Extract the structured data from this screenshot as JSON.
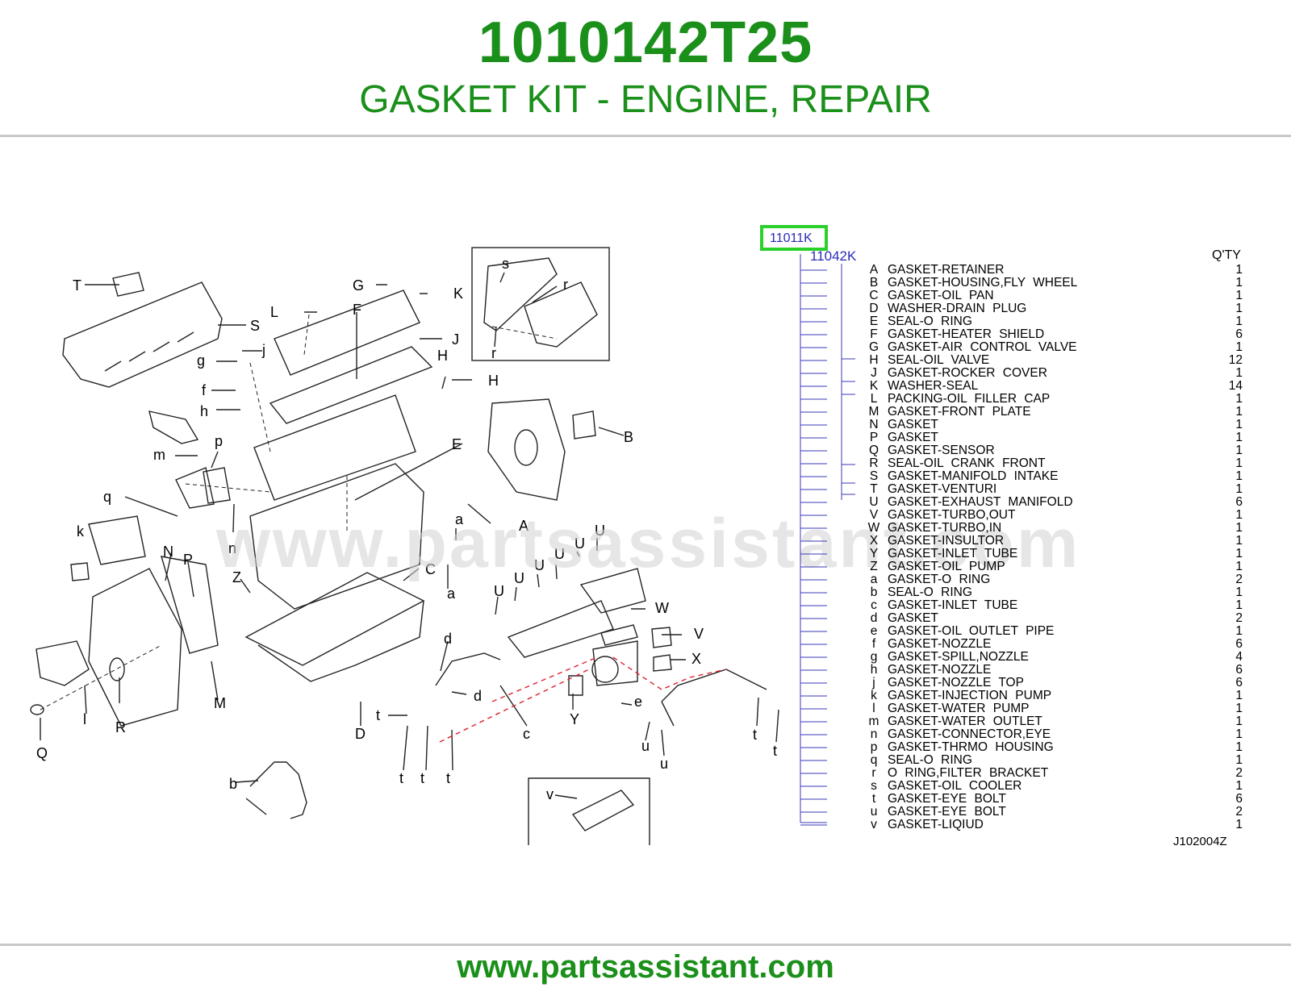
{
  "header": {
    "part_number": "1010142T25",
    "description": "GASKET KIT - ENGINE, REPAIR"
  },
  "diagram": {
    "kit_code": "11011K",
    "sub_kit_code": "11042K",
    "qty_header": "Q'TY",
    "diagram_code": "J102004Z",
    "watermark": "www.partsassistant.com",
    "parts": [
      {
        "letter": "A",
        "name": "GASKET-RETAINER",
        "qty": "1"
      },
      {
        "letter": "B",
        "name": "GASKET-HOUSING,FLY WHEEL",
        "qty": "1"
      },
      {
        "letter": "C",
        "name": "GASKET-OIL PAN",
        "qty": "1"
      },
      {
        "letter": "D",
        "name": "WASHER-DRAIN PLUG",
        "qty": "1"
      },
      {
        "letter": "E",
        "name": "SEAL-O RING",
        "qty": "1"
      },
      {
        "letter": "F",
        "name": "GASKET-HEATER SHIELD",
        "qty": "6"
      },
      {
        "letter": "G",
        "name": "GASKET-AIR CONTROL VALVE",
        "qty": "1"
      },
      {
        "letter": "H",
        "name": "SEAL-OIL VALVE",
        "qty": "12"
      },
      {
        "letter": "J",
        "name": "GASKET-ROCKER COVER",
        "qty": "1"
      },
      {
        "letter": "K",
        "name": "WASHER-SEAL",
        "qty": "14"
      },
      {
        "letter": "L",
        "name": "PACKING-OIL FILLER CAP",
        "qty": "1"
      },
      {
        "letter": "M",
        "name": "GASKET-FRONT PLATE",
        "qty": "1"
      },
      {
        "letter": "N",
        "name": "GASKET",
        "qty": "1"
      },
      {
        "letter": "P",
        "name": "GASKET",
        "qty": "1"
      },
      {
        "letter": "Q",
        "name": "GASKET-SENSOR",
        "qty": "1"
      },
      {
        "letter": "R",
        "name": "SEAL-OIL CRANK FRONT",
        "qty": "1"
      },
      {
        "letter": "S",
        "name": "GASKET-MANIFOLD INTAKE",
        "qty": "1"
      },
      {
        "letter": "T",
        "name": "GASKET-VENTURI",
        "qty": "1"
      },
      {
        "letter": "U",
        "name": "GASKET-EXHAUST MANIFOLD",
        "qty": "6"
      },
      {
        "letter": "V",
        "name": "GASKET-TURBO,OUT",
        "qty": "1"
      },
      {
        "letter": "W",
        "name": "GASKET-TURBO,IN",
        "qty": "1"
      },
      {
        "letter": "X",
        "name": "GASKET-INSULTOR",
        "qty": "1"
      },
      {
        "letter": "Y",
        "name": "GASKET-INLET TUBE",
        "qty": "1"
      },
      {
        "letter": "Z",
        "name": "GASKET-OIL PUMP",
        "qty": "1"
      },
      {
        "letter": "a",
        "name": "GASKET-O RING",
        "qty": "2"
      },
      {
        "letter": "b",
        "name": "SEAL-O RING",
        "qty": "1"
      },
      {
        "letter": "c",
        "name": "GASKET-INLET TUBE",
        "qty": "1"
      },
      {
        "letter": "d",
        "name": "GASKET",
        "qty": "2"
      },
      {
        "letter": "e",
        "name": "GASKET-OIL OUTLET PIPE",
        "qty": "1"
      },
      {
        "letter": "f",
        "name": "GASKET-NOZZLE",
        "qty": "6"
      },
      {
        "letter": "g",
        "name": "GASKET-SPILL,NOZZLE",
        "qty": "4"
      },
      {
        "letter": "h",
        "name": "GASKET-NOZZLE",
        "qty": "6"
      },
      {
        "letter": "j",
        "name": "GASKET-NOZZLE TOP",
        "qty": "6"
      },
      {
        "letter": "k",
        "name": "GASKET-INJECTION PUMP",
        "qty": "1"
      },
      {
        "letter": "l",
        "name": "GASKET-WATER PUMP",
        "qty": "1"
      },
      {
        "letter": "m",
        "name": "GASKET-WATER OUTLET",
        "qty": "1"
      },
      {
        "letter": "n",
        "name": "GASKET-CONNECTOR,EYE",
        "qty": "1"
      },
      {
        "letter": "p",
        "name": "GASKET-THRMO HOUSING",
        "qty": "1"
      },
      {
        "letter": "q",
        "name": "SEAL-O RING",
        "qty": "1"
      },
      {
        "letter": "r",
        "name": "O RING,FILTER BRACKET",
        "qty": "2"
      },
      {
        "letter": "s",
        "name": "GASKET-OIL COOLER",
        "qty": "1"
      },
      {
        "letter": "t",
        "name": "GASKET-EYE BOLT",
        "qty": "6"
      },
      {
        "letter": "u",
        "name": "GASKET-EYE BOLT",
        "qty": "2"
      },
      {
        "letter": "v",
        "name": "GASKET-LIQIUD",
        "qty": "1"
      }
    ],
    "callouts": [
      "T",
      "S",
      "G",
      "K",
      "L",
      "F",
      "J",
      "j",
      "g",
      "f",
      "h",
      "H",
      "H",
      "E",
      "B",
      "m",
      "p",
      "q",
      "k",
      "N",
      "P",
      "Z",
      "n",
      "A",
      "a",
      "a",
      "C",
      "U",
      "U",
      "U",
      "U",
      "U",
      "U",
      "W",
      "V",
      "X",
      "M",
      "l",
      "R",
      "Q",
      "d",
      "d",
      "D",
      "t",
      "t",
      "t",
      "t",
      "c",
      "Y",
      "e",
      "u",
      "u",
      "t",
      "t",
      "b",
      "v",
      "s",
      "r",
      "r"
    ]
  },
  "footer": {
    "url": "www.partsassistant.com"
  }
}
